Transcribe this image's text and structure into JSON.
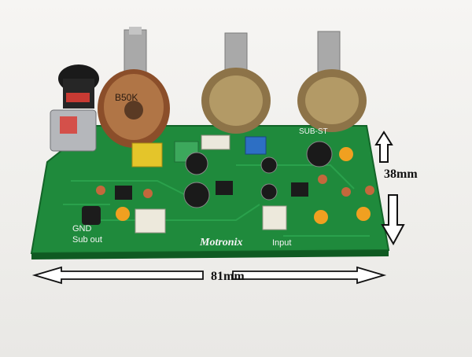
{
  "photo": {
    "subject": "Motronix subwoofer pre-amplifier PCB",
    "pot_value": "B50K",
    "brand_text": "Motronix",
    "silkscreen": {
      "sub_out": "Sub out",
      "gnd": "GND",
      "input": "Input",
      "sub_st": "SUB-ST"
    },
    "colors": {
      "pcb": "#1f8a3c",
      "pcb_dark": "#136428",
      "background": "#f2f1ef"
    }
  },
  "dimensions": {
    "height_label": "38mm",
    "width_label": "81mm"
  }
}
